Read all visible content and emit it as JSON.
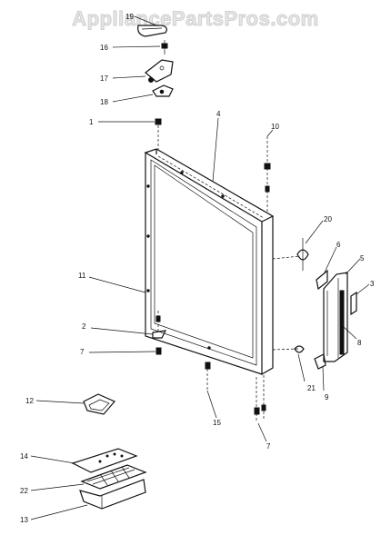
{
  "watermark": "AppliancePartsPros.com",
  "callouts": [
    {
      "id": "c19",
      "label": "19"
    },
    {
      "id": "c16",
      "label": "16"
    },
    {
      "id": "c17",
      "label": "17"
    },
    {
      "id": "c18",
      "label": "18"
    },
    {
      "id": "c1",
      "label": "1"
    },
    {
      "id": "c4",
      "label": "4"
    },
    {
      "id": "c10",
      "label": "10"
    },
    {
      "id": "c20",
      "label": "20"
    },
    {
      "id": "c6",
      "label": "6"
    },
    {
      "id": "c5",
      "label": "5"
    },
    {
      "id": "c3",
      "label": "3"
    },
    {
      "id": "c11",
      "label": "11"
    },
    {
      "id": "c8",
      "label": "8"
    },
    {
      "id": "c2",
      "label": "2"
    },
    {
      "id": "c7a",
      "label": "7"
    },
    {
      "id": "c9",
      "label": "9"
    },
    {
      "id": "c21",
      "label": "21"
    },
    {
      "id": "c12",
      "label": "12"
    },
    {
      "id": "c15",
      "label": "15"
    },
    {
      "id": "c7b",
      "label": "7"
    },
    {
      "id": "c14",
      "label": "14"
    },
    {
      "id": "c22",
      "label": "22"
    },
    {
      "id": "c13",
      "label": "13"
    }
  ]
}
